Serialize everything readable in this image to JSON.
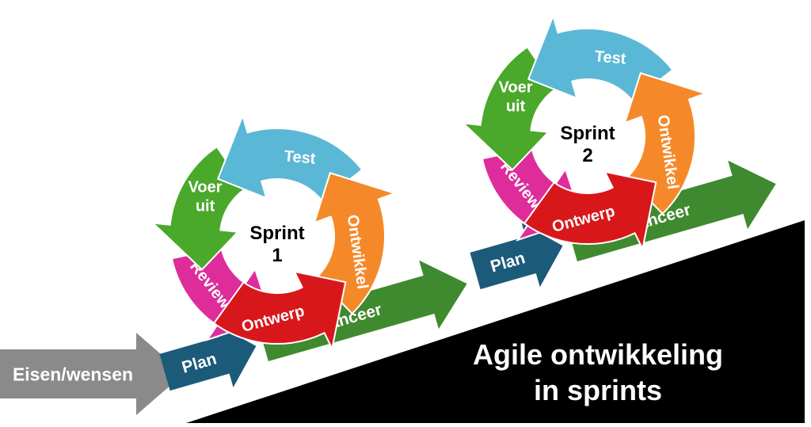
{
  "input_arrow": {
    "label": "Eisen/wensen",
    "color": "#8a8a8a"
  },
  "sprints": [
    {
      "title_line1": "Sprint",
      "title_line2": "1",
      "plan": "Plan",
      "launch": "Lanceer",
      "steps": [
        {
          "label": "Ontwerp",
          "color": "#d8171b"
        },
        {
          "label": "Ontwikkel",
          "color": "#f5892a"
        },
        {
          "label": "Test",
          "color": "#5ab8d6"
        },
        {
          "label": "Voer uit",
          "color": "#4aa82a"
        },
        {
          "label": "Review",
          "color": "#de2c9b"
        }
      ]
    },
    {
      "title_line1": "Sprint",
      "title_line2": "2",
      "plan": "Plan",
      "launch": "Lanceer",
      "steps": [
        {
          "label": "Ontwerp",
          "color": "#d8171b"
        },
        {
          "label": "Ontwikkel",
          "color": "#f5892a"
        },
        {
          "label": "Test",
          "color": "#5ab8d6"
        },
        {
          "label": "Voer uit",
          "color": "#4aa82a"
        },
        {
          "label": "Review",
          "color": "#de2c9b"
        }
      ]
    }
  ],
  "plan_color": "#1c5a7a",
  "launch_color": "#3f8a2e",
  "caption": {
    "line1": "Agile ontwikkeling",
    "line2": "in sprints"
  }
}
